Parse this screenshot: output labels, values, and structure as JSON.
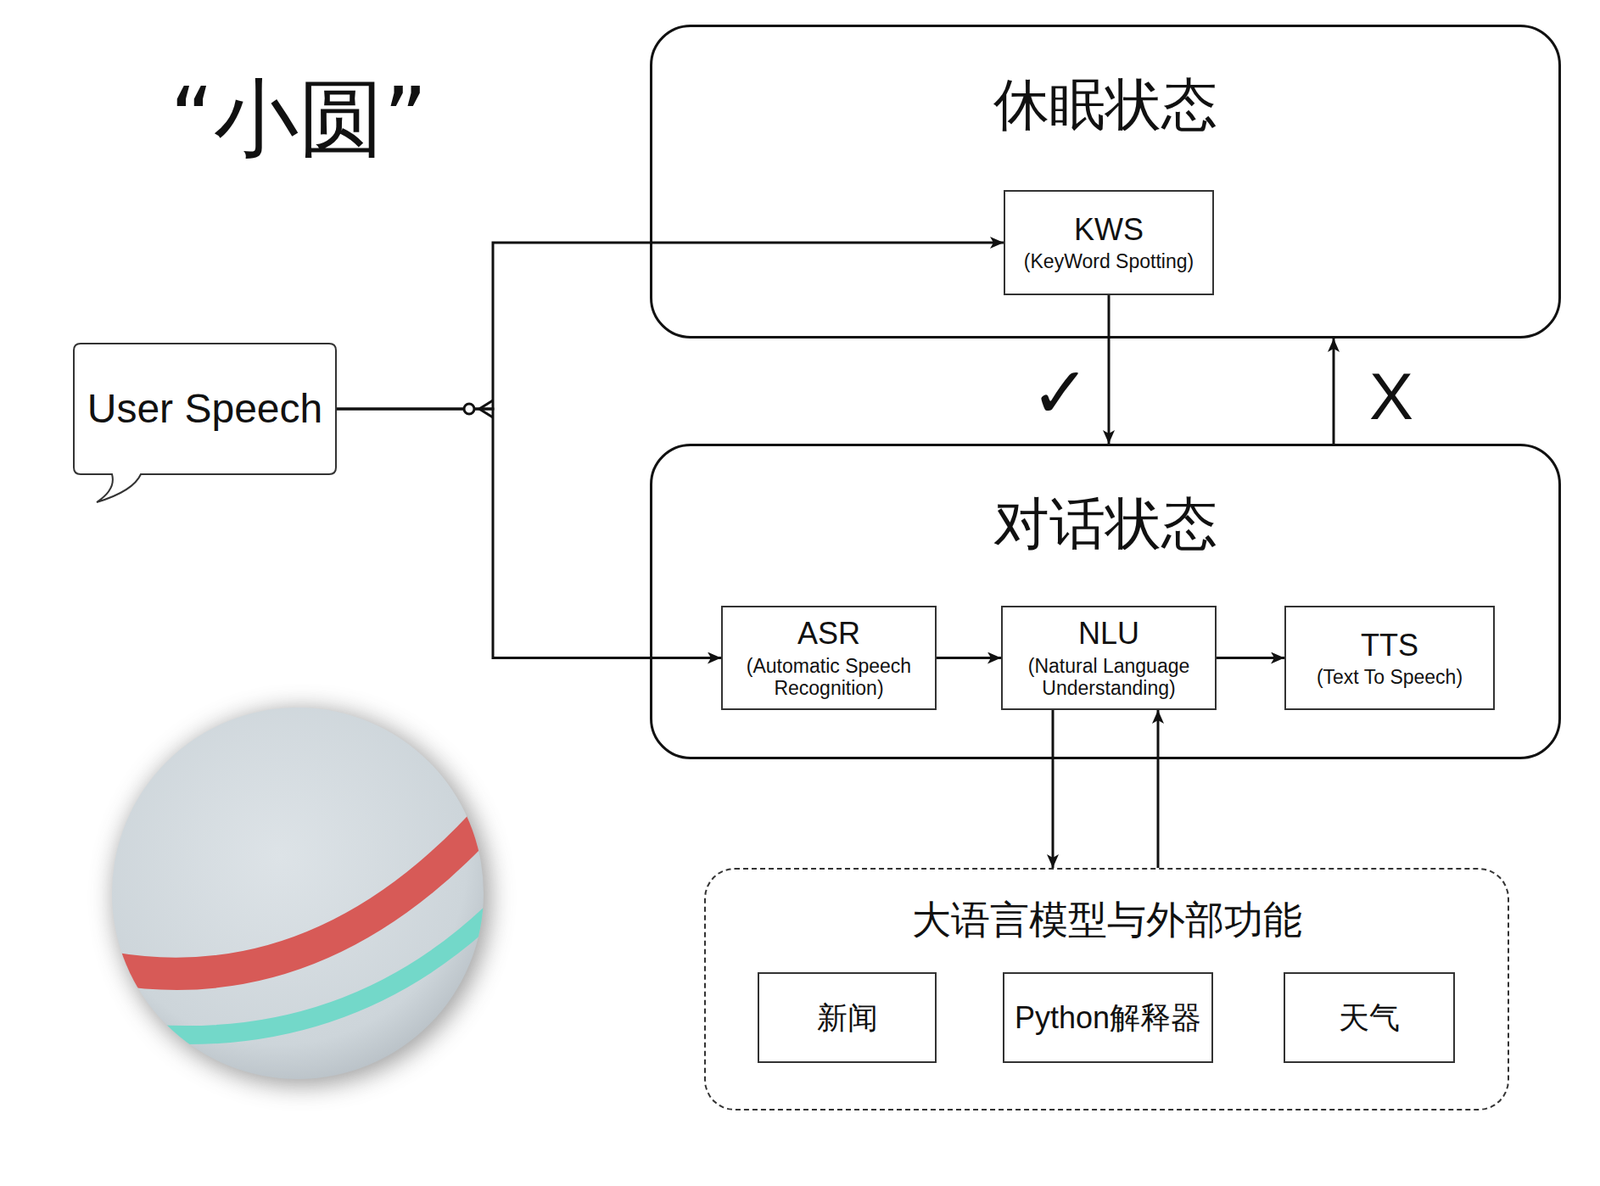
{
  "diagram": {
    "title": "“小圆”",
    "nodes": [
      {
        "text": [
          "休眠状态"
        ]
      },
      {
        "text": [
          "KWS",
          "(KeyWord Spotting)"
        ],
        "in": 0
      },
      {
        "text": [
          "User Speech"
        ]
      },
      {
        "text": [
          "对话状态"
        ]
      },
      {
        "text": [
          "ASR",
          "(Automatic Speech Recognition)"
        ],
        "in": 3
      },
      {
        "text": [
          "NLU",
          "(Natural Language Understanding)"
        ],
        "in": 3
      },
      {
        "text": [
          "TTS",
          "(Text To Speech)"
        ],
        "in": 3
      },
      {
        "text": [
          "大语言模型与外部功能"
        ]
      },
      {
        "text": [
          "新闻"
        ],
        "in": 7
      },
      {
        "text": [
          "Python解释器"
        ],
        "in": 7
      },
      {
        "text": [
          "天气"
        ],
        "in": 7
      }
    ],
    "edges": [
      {
        "from": 2,
        "to": 1,
        "arrow": "to"
      },
      {
        "from": 2,
        "to": 4,
        "arrow": "to"
      },
      {
        "from": 1,
        "to": 3,
        "label": "✓",
        "arrow": "to"
      },
      {
        "from": 3,
        "to": 0,
        "label": "X",
        "arrow": "to"
      },
      {
        "from": 4,
        "to": 5,
        "arrow": "to"
      },
      {
        "from": 5,
        "to": 6,
        "arrow": "to"
      },
      {
        "from": 5,
        "to": 7,
        "arrow": "to"
      },
      {
        "from": 7,
        "to": 5,
        "arrow": "to"
      }
    ]
  }
}
